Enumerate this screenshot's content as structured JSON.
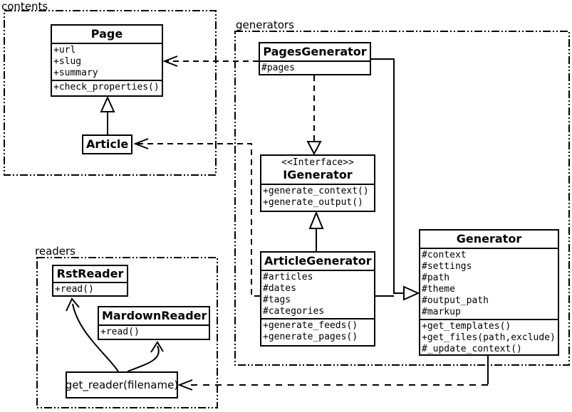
{
  "diagram": {
    "colors": {
      "line": "#000000",
      "background": "#ffffff",
      "box_fill": "#ffffff"
    },
    "packages": {
      "contents": "contents",
      "generators": "generators",
      "readers": "readers"
    },
    "classes": {
      "page": {
        "name": "Page",
        "attributes": [
          "+url",
          "+slug",
          "+summary"
        ],
        "methods": [
          "+check_properties()"
        ]
      },
      "article": {
        "name": "Article"
      },
      "pages_generator": {
        "name": "PagesGenerator",
        "attributes": [
          "#pages"
        ]
      },
      "igenerator": {
        "stereotype": "<<Interface>>",
        "name": "IGenerator",
        "methods": [
          "+generate_context()",
          "+generate_output()"
        ]
      },
      "article_generator": {
        "name": "ArticleGenerator",
        "attributes": [
          "#articles",
          "#dates",
          "#tags",
          "#categories"
        ],
        "methods": [
          "+generate_feeds()",
          "+generate_pages()"
        ]
      },
      "generator": {
        "name": "Generator",
        "attributes": [
          "#context",
          "#settings",
          "#path",
          "#theme",
          "#output_path",
          "#markup"
        ],
        "methods": [
          "+get_templates()",
          "+get_files(path,exclude)",
          "#_update_context()"
        ]
      },
      "rst_reader": {
        "name": "RstReader",
        "methods": [
          "+read()"
        ]
      },
      "mardown_reader": {
        "name": "MardownReader",
        "methods": [
          "+read()"
        ]
      },
      "get_reader": {
        "name": "get_reader(filename)"
      }
    }
  }
}
